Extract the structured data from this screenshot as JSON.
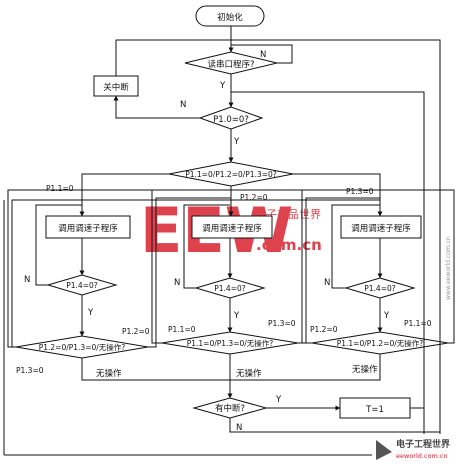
{
  "nodes": {
    "start": "初始化",
    "read_serial": "读串口程序?",
    "close_int": "关中断",
    "p10": "P1.0=0?",
    "p1_triple": "P1.1=0/P1.2=0/P1.3=0?",
    "call_a": "调用调速子程序",
    "call_b": "调用调速子程序",
    "call_c": "调用调速子程序",
    "p14_a": "P1.4=0?",
    "p14_b": "P1.4=0?",
    "p14_c": "P1.4=0?",
    "dec_a": "P1.2=0/P1.3=0/无操作?",
    "dec_b": "P1.1=0/P1.3=0/无操作?",
    "dec_c": "P1.1=0/P1.2=0/无操作?",
    "has_int": "有中断?",
    "t1": "T=1"
  },
  "labels": {
    "y": "Y",
    "n": "N",
    "p11": "P1.1=0",
    "p12": "P1.2=0",
    "p13": "P1.3=0",
    "no_op": "无操作"
  },
  "watermarks": {
    "logo": "EEW",
    "cn_text": "电子产品世界",
    "url": ".com.cn",
    "corner_cn": "电子工程世界",
    "corner_url": "eeworld.com.cn",
    "side_url": "www.eeworld.com.cn"
  },
  "colors": {
    "line": "#111111",
    "watermark_red": "#d9232e"
  }
}
